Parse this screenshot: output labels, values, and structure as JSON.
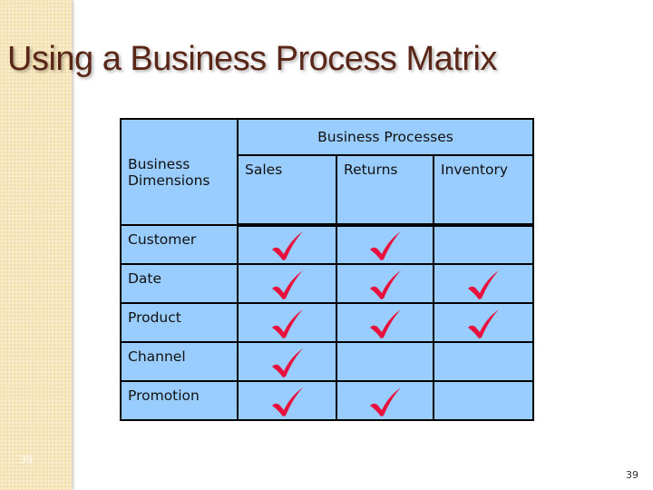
{
  "slide": {
    "title": "Using a Business Process Matrix",
    "sidebar_page_number": "39",
    "page_number": "39"
  },
  "matrix": {
    "corner_label": "Business Dimensions",
    "group_header": "Business Processes",
    "processes": [
      "Sales",
      "Returns",
      "Inventory"
    ],
    "check_color": "#e8103c",
    "check_icon": "checkmark-icon",
    "rows": [
      {
        "dimension": "Customer",
        "checks": [
          true,
          true,
          false
        ]
      },
      {
        "dimension": "Date",
        "checks": [
          true,
          true,
          true
        ]
      },
      {
        "dimension": "Product",
        "checks": [
          true,
          true,
          true
        ]
      },
      {
        "dimension": "Channel",
        "checks": [
          true,
          false,
          false
        ]
      },
      {
        "dimension": "Promotion",
        "checks": [
          true,
          true,
          false
        ]
      }
    ]
  }
}
